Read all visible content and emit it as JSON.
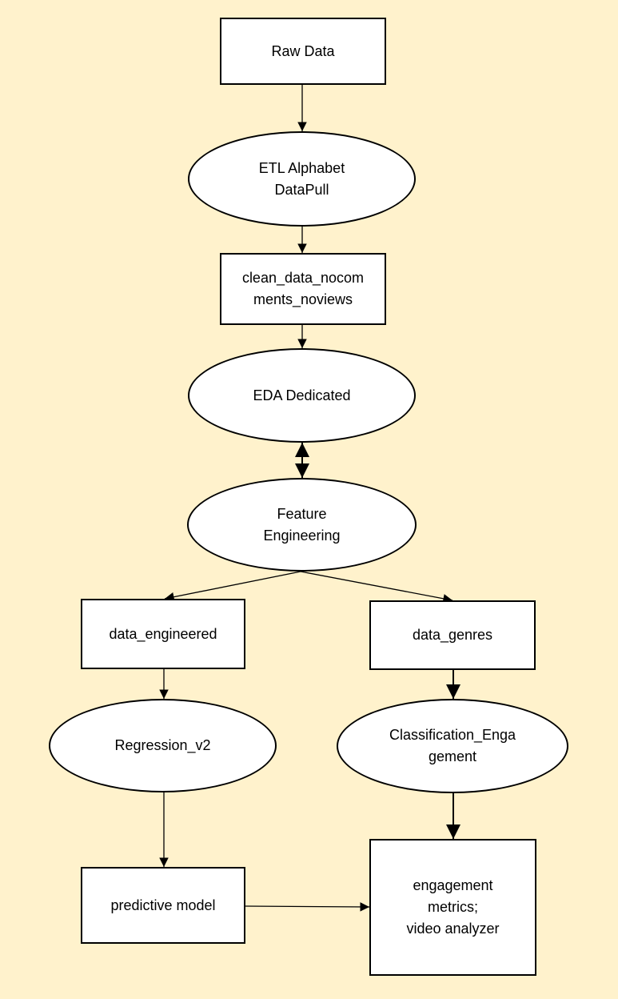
{
  "nodes": {
    "raw_data": "Raw Data",
    "etl": "ETL Alphabet\nDataPull",
    "clean_data": "clean_data_nocom\nments_noviews",
    "eda": "EDA Dedicated",
    "feature_engineering": "Feature\nEngineering",
    "data_engineered": "data_engineered",
    "data_genres": "data_genres",
    "regression": "Regression_v2",
    "classification": "Classification_Enga\ngement",
    "predictive_model": "predictive model",
    "engagement_metrics": "engagement\nmetrics;\nvideo analyzer"
  },
  "edges": [
    {
      "from": "Raw Data",
      "to": "ETL Alphabet DataPull"
    },
    {
      "from": "ETL Alphabet DataPull",
      "to": "clean_data_nocomments_noviews"
    },
    {
      "from": "clean_data_nocomments_noviews",
      "to": "EDA Dedicated"
    },
    {
      "from": "EDA Dedicated",
      "to": "Feature Engineering",
      "bidirectional": true
    },
    {
      "from": "Feature Engineering",
      "to": "data_engineered"
    },
    {
      "from": "Feature Engineering",
      "to": "data_genres"
    },
    {
      "from": "data_engineered",
      "to": "Regression_v2"
    },
    {
      "from": "data_genres",
      "to": "Classification_Engagement"
    },
    {
      "from": "Regression_v2",
      "to": "predictive model"
    },
    {
      "from": "Classification_Engagement",
      "to": "engagement metrics; video analyzer"
    },
    {
      "from": "predictive model",
      "to": "engagement metrics; video analyzer"
    }
  ],
  "colors": {
    "background": "#fff2cc",
    "node_fill": "#ffffff",
    "stroke": "#000000"
  }
}
